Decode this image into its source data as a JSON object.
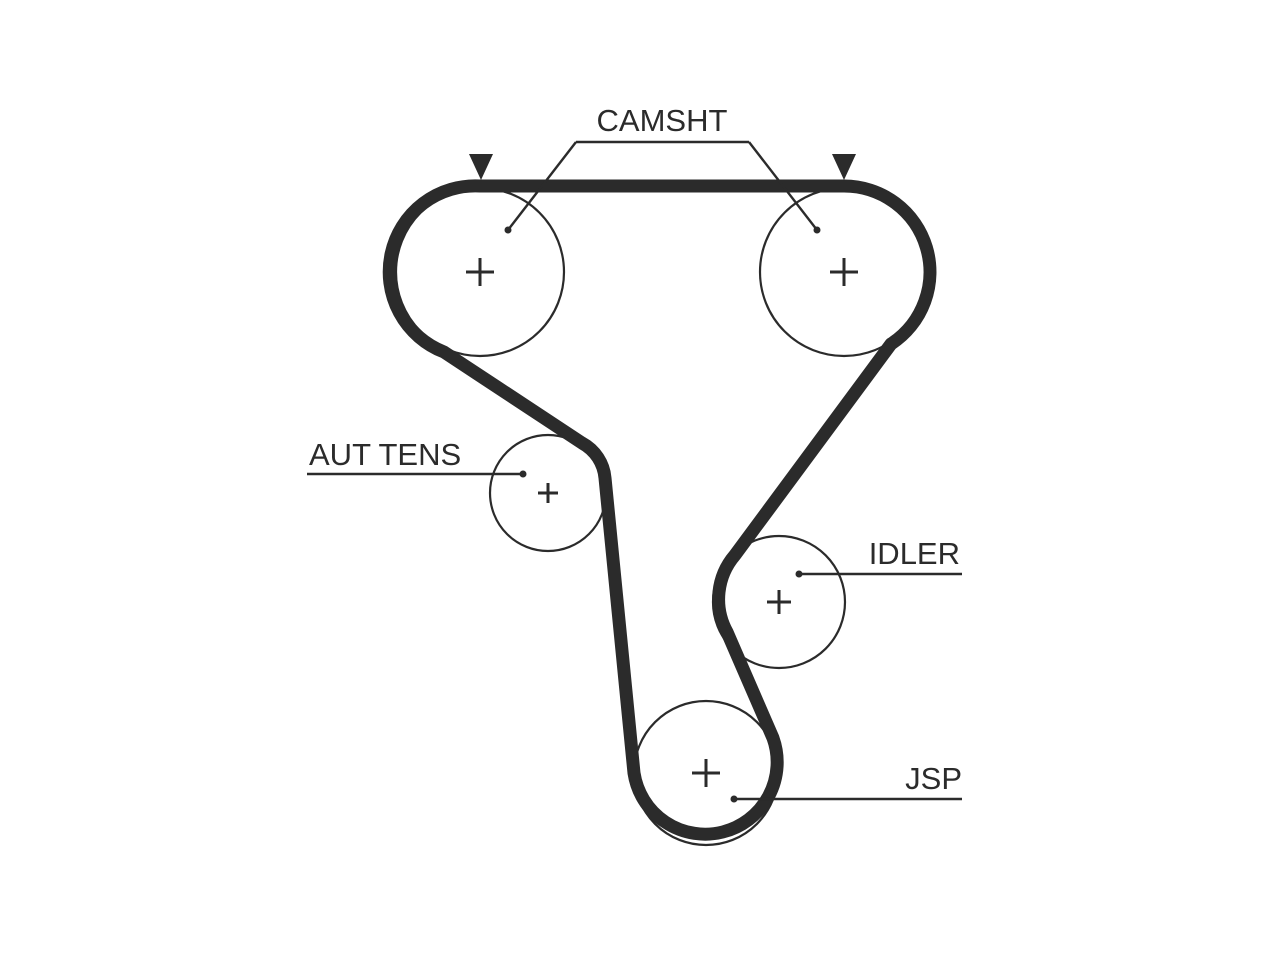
{
  "diagram": {
    "labels": {
      "camshaft": "CAMSHT",
      "tensioner": "AUT TENS",
      "idler": "IDLER",
      "crankshaft": "JSP"
    }
  }
}
